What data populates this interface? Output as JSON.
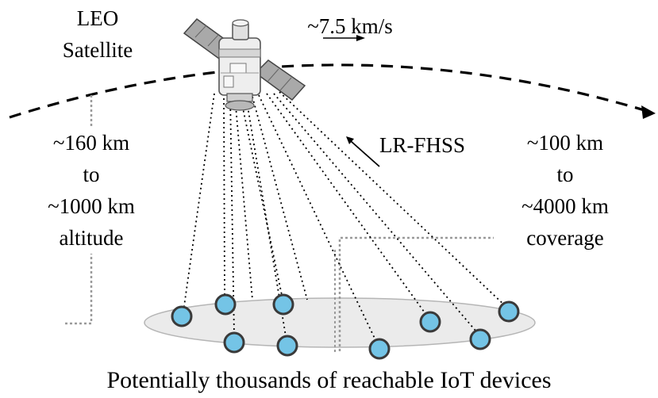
{
  "satellite": {
    "label_line1": "LEO",
    "label_line2": "Satellite",
    "icon": "satellite-icon"
  },
  "velocity": {
    "text": "~7.5 km/s"
  },
  "signal": {
    "label": "LR-FHSS"
  },
  "altitude": {
    "line1": "~160 km",
    "line2": "to",
    "line3": "~1000 km",
    "line4": "altitude"
  },
  "coverage": {
    "line1": "~100 km",
    "line2": "to",
    "line3": "~4000 km",
    "line4": "coverage"
  },
  "caption": {
    "text": "Potentially thousands of reachable IoT devices"
  },
  "colors": {
    "device_fill": "#74c4e6",
    "device_stroke": "#3a3a3a",
    "ground_fill": "#ebebeb",
    "ground_stroke": "#b5b5b5",
    "orbit": "#000000",
    "guide": "#9a9a9a"
  }
}
